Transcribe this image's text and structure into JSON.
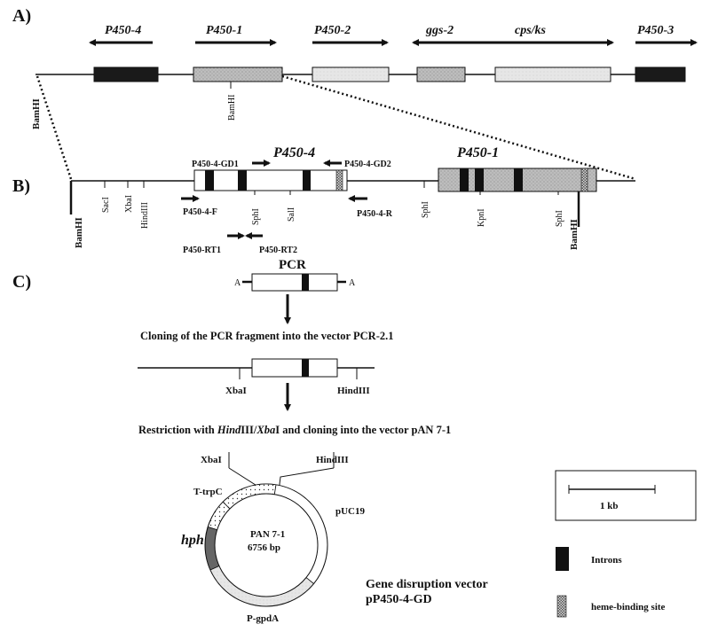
{
  "panels": {
    "a": "A)",
    "b": "B)",
    "c": "C)"
  },
  "panel_a": {
    "genes": [
      "P450-4",
      "P450-1",
      "P450-2",
      "ggs-2",
      "cps/ks",
      "P450-3"
    ],
    "sites": {
      "bamhi_left": "BamHI",
      "bamhi_inner": "BamHI"
    }
  },
  "panel_b": {
    "genes": {
      "p450_4": "P450-4",
      "p450_1": "P450-1"
    },
    "sites": {
      "bamhi_left": "BamHI",
      "saci": "SacI",
      "xbai": "XbaI",
      "hindiii": "HindIII",
      "sphi_1": "SphI",
      "sali": "SalI",
      "sphi_2": "SphI",
      "kpni": "KpnI",
      "sphi_3": "SphI",
      "bamhi_right": "BamHI"
    },
    "primers": {
      "gd1": "P450-4-GD1",
      "gd2": "P450-4-GD2",
      "f": "P450-4-F",
      "r": "P450-4-R",
      "rt1": "P450-RT1",
      "rt2": "P450-RT2"
    }
  },
  "panel_c": {
    "pcr_label": "PCR",
    "a_overhang_left": "A",
    "a_overhang_right": "A",
    "step1": "Cloning of the PCR fragment into the vector PCR-2.1",
    "site_xbai": "XbaI",
    "site_hindiii": "HindIII",
    "step2": {
      "pre": "Restriction with ",
      "hind_ital": "Hind",
      "hind_rest": "III/",
      "xba_ital": "Xba",
      "post": "I and cloning into the vector pAN 7-1"
    },
    "plasmid": {
      "xbai": "XbaI",
      "hindiii": "HindIII",
      "name": "PAN 7-1",
      "size": "6756 bp",
      "t_trpc": "T-trpC",
      "hph": "hph",
      "puc19": "pUC19",
      "p_gpda": "P-gpdA"
    },
    "vector_title_line1": "Gene disruption vector",
    "vector_title_line2": "pP450-4-GD"
  },
  "legend": {
    "scale": "1 kb",
    "introns": "Introns",
    "heme": "heme-binding site"
  }
}
